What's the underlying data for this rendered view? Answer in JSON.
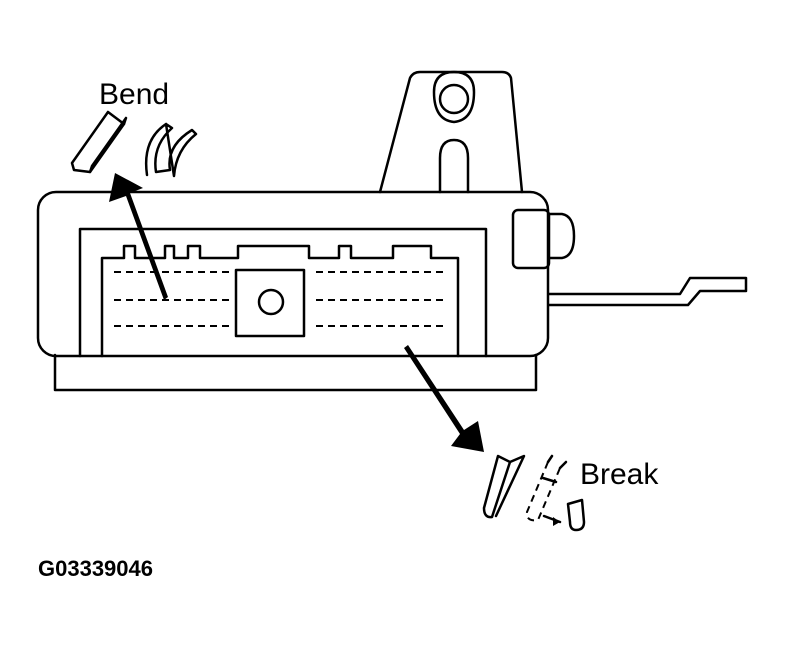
{
  "labels": {
    "bend": "Bend",
    "break": "Break",
    "figure_code": "G03339046"
  },
  "colors": {
    "ink": "#000000",
    "paper": "#ffffff"
  }
}
